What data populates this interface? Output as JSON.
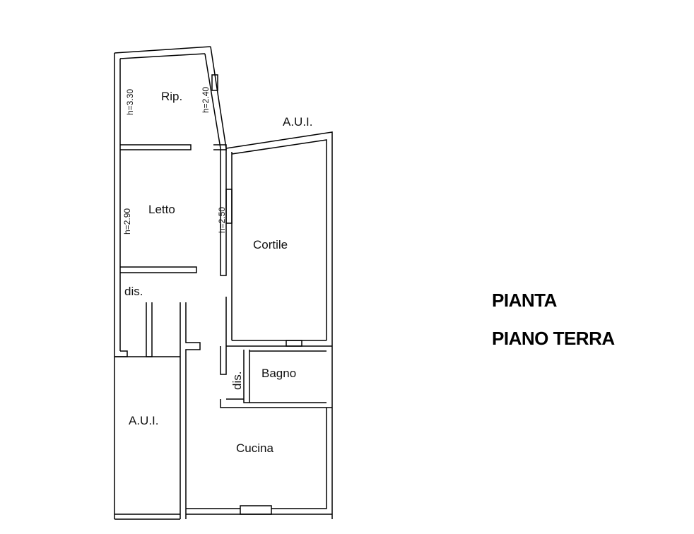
{
  "title": {
    "line1": "PIANTA",
    "line2": "PIANO TERRA"
  },
  "rooms": {
    "rip": "Rip.",
    "letto": "Letto",
    "cortile": "Cortile",
    "dis_left": "dis.",
    "dis_bagno": "dis.",
    "bagno": "Bagno",
    "aui_top": "A.U.I.",
    "aui_bottom": "A.U.I.",
    "cucina": "Cucina"
  },
  "heights": {
    "rip_left": "h=3.30",
    "rip_right": "h=2.40",
    "letto_left": "h=2.90",
    "letto_right": "h=2.50"
  }
}
